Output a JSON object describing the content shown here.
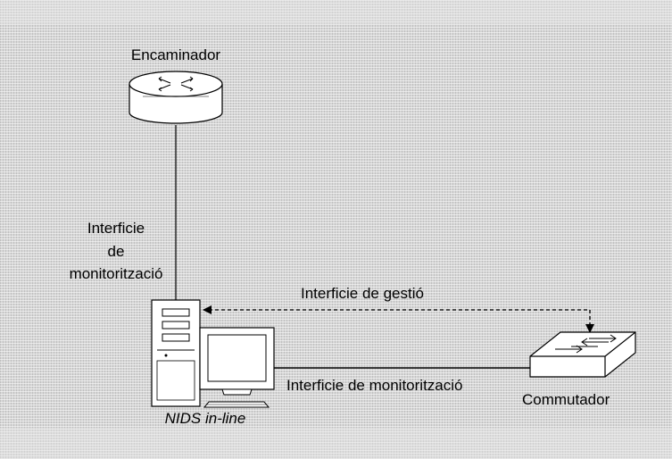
{
  "diagram": {
    "nodes": {
      "router": {
        "label": "Encaminador",
        "icon": "router-icon"
      },
      "nids": {
        "label": "NIDS in-line",
        "icon": "computer-icon"
      },
      "switch": {
        "label": "Commutador",
        "icon": "switch-icon"
      }
    },
    "edges": {
      "router_nids": {
        "label_lines": [
          "Interficie",
          "de",
          "monitorització"
        ],
        "style": "solid"
      },
      "management": {
        "label": "Interficie de gestió",
        "style": "dashed"
      },
      "nids_switch": {
        "label": "Interficie de monitorització",
        "style": "solid"
      }
    }
  },
  "colors": {
    "background": "#d6d6d6",
    "line": "#000000",
    "device_fill": "#ffffff"
  }
}
